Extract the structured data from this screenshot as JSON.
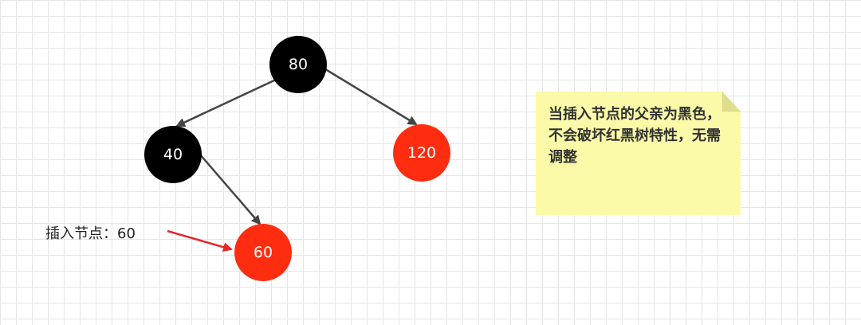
{
  "colors": {
    "black_node": "#000000",
    "red_node": "#ff2d10",
    "edge": "#444444",
    "insert_arrow": "#e8262a",
    "note_bg": "#fafaa8"
  },
  "nodes": [
    {
      "id": "80",
      "label": "80",
      "color": "black"
    },
    {
      "id": "40",
      "label": "40",
      "color": "black"
    },
    {
      "id": "120",
      "label": "120",
      "color": "red"
    },
    {
      "id": "60",
      "label": "60",
      "color": "red"
    }
  ],
  "edges": [
    {
      "from": "80",
      "to": "40"
    },
    {
      "from": "80",
      "to": "120"
    },
    {
      "from": "40",
      "to": "60"
    }
  ],
  "insert_label": "插入节点：60",
  "note": {
    "text": "当插入节点的父亲为黑色，不会破坏红黑树特性，无需调整"
  }
}
